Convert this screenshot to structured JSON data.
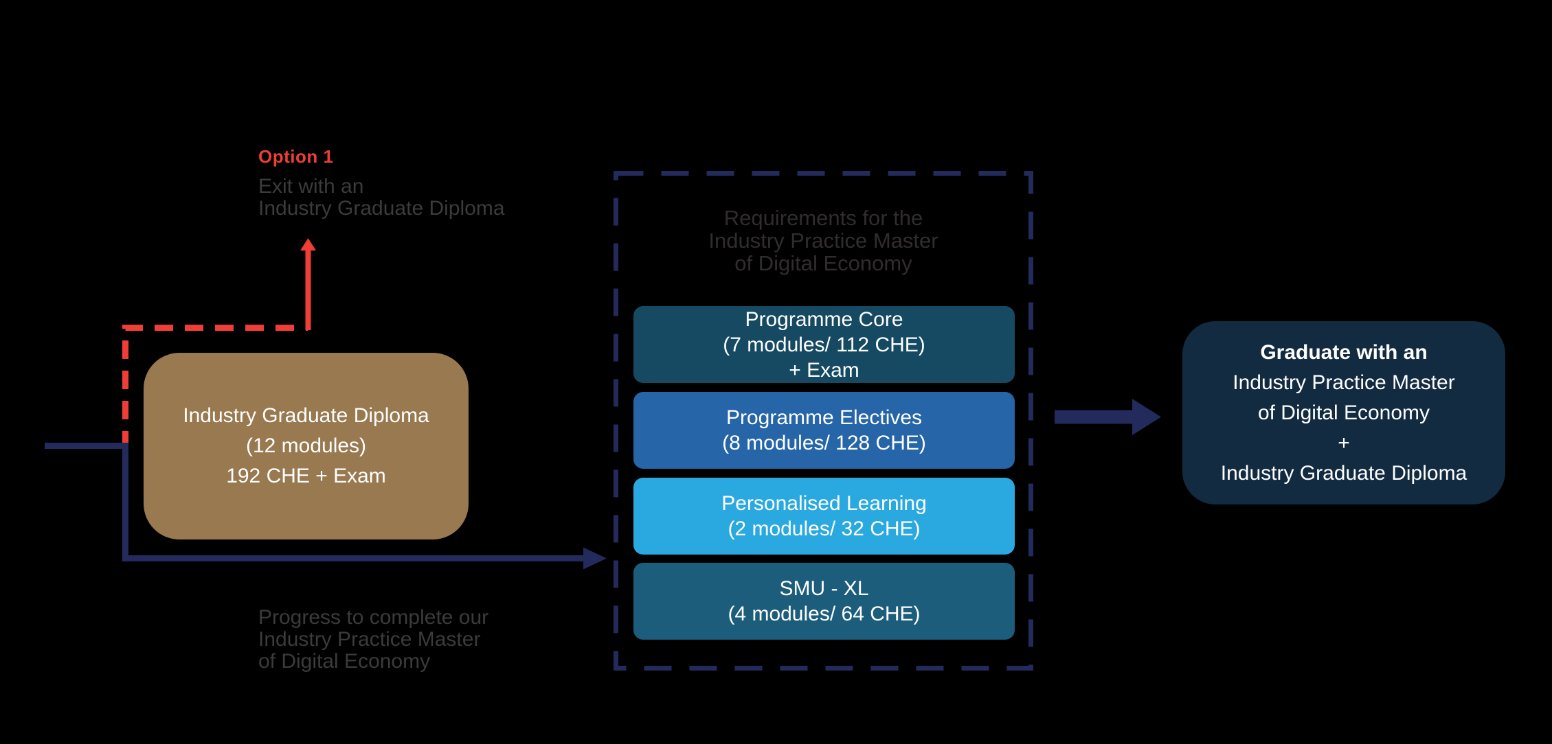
{
  "colors": {
    "background": "#000000",
    "red": "#ef3e36",
    "navy": "#232a5c",
    "brown": "#987950",
    "teal-dark": "#164a62",
    "blue": "#2565a8",
    "light-blue": "#2aa9e0",
    "teal": "#1c5d7b",
    "dark-navy": "#122b41",
    "gray-text": "#3b3b3b",
    "title-gray": "#312d2f"
  },
  "option1": {
    "label": "Option 1",
    "description_lines": [
      "Exit with an",
      "Industry Graduate Diploma"
    ]
  },
  "diploma_box": {
    "lines": [
      "Industry Graduate Diploma",
      "(12 modules)",
      "192 CHE + Exam"
    ]
  },
  "requirements": {
    "title_lines": [
      "Requirements for the",
      "Industry Practice Master",
      "of Digital Economy"
    ],
    "modules": [
      {
        "lines": [
          "Programme Core",
          "(7 modules/ 112 CHE)",
          "+ Exam"
        ]
      },
      {
        "lines": [
          "Programme Electives",
          "(8 modules/ 128 CHE)"
        ]
      },
      {
        "lines": [
          "Personalised Learning",
          "(2 modules/ 32 CHE)"
        ]
      },
      {
        "lines": [
          "SMU - XL",
          "(4 modules/ 64 CHE)"
        ]
      }
    ]
  },
  "progress_note_lines": [
    "Progress to complete our",
    "Industry Practice Master",
    "of Digital Economy"
  ],
  "graduate_box": {
    "lines": [
      "Graduate with an",
      "Industry Practice Master",
      "of Digital Economy",
      "+",
      "Industry Graduate Diploma"
    ]
  }
}
